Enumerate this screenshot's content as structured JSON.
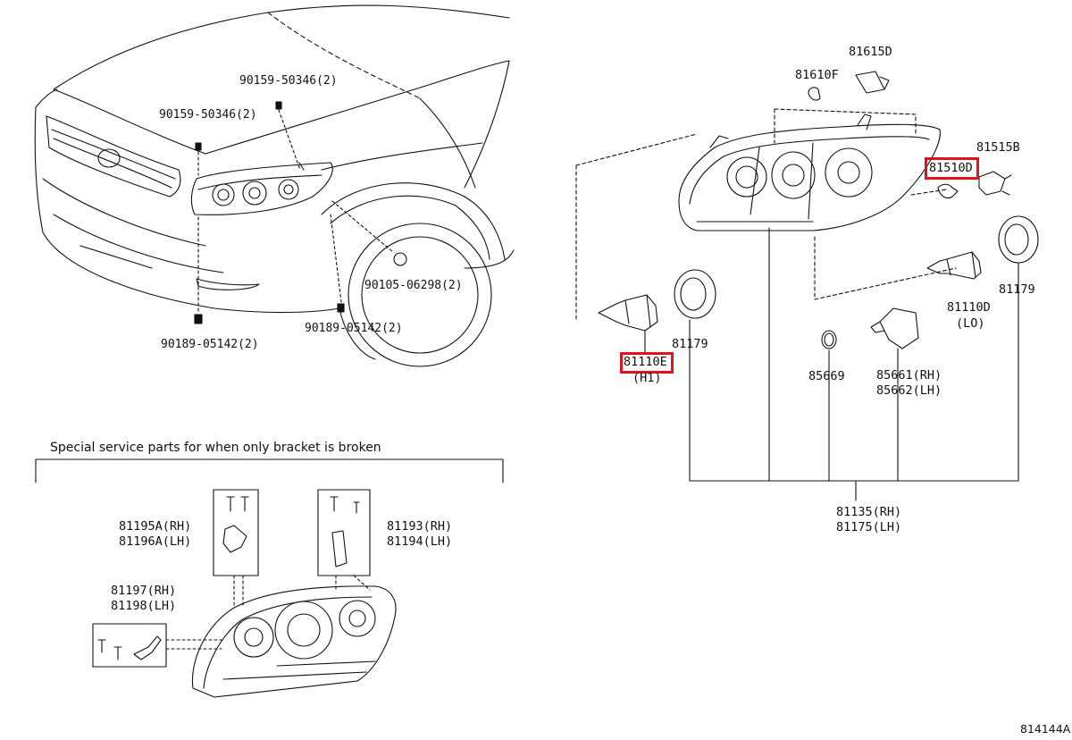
{
  "figure_id": "814144A",
  "special_caption": "Special service parts for when only bracket is broken",
  "labels": {
    "bolt_upper_mid": "90159-50346(2)",
    "bolt_upper_left": "90159-50346(2)",
    "bolt_lower_right": "90105-06298(2)",
    "clip_right": "90189-05142(2)",
    "clip_left": "90189-05142(2)",
    "p81615D": "81615D",
    "p81610F": "81610F",
    "p81515B": "81515B",
    "p81510D": "81510D",
    "p81110D": "81110D",
    "p81110D_note": "(LO)",
    "p81179_right": "81179",
    "p81179_left": "81179",
    "p81110E": "81110E",
    "p81110E_note": "(H1)",
    "p85669": "85669",
    "p85661": "85661(RH)",
    "p85662": "85662(LH)",
    "p81135": "81135(RH)",
    "p81175": "81175(LH)",
    "p81195A": "81195A(RH)",
    "p81196A": "81196A(LH)",
    "p81193": "81193(RH)",
    "p81194": "81194(LH)",
    "p81197": "81197(RH)",
    "p81198": "81198(LH)"
  },
  "highlighted_parts": [
    "81110E",
    "81510D"
  ],
  "colors": {
    "line": "#111111",
    "highlight": "#e0121b",
    "background": "#ffffff"
  }
}
